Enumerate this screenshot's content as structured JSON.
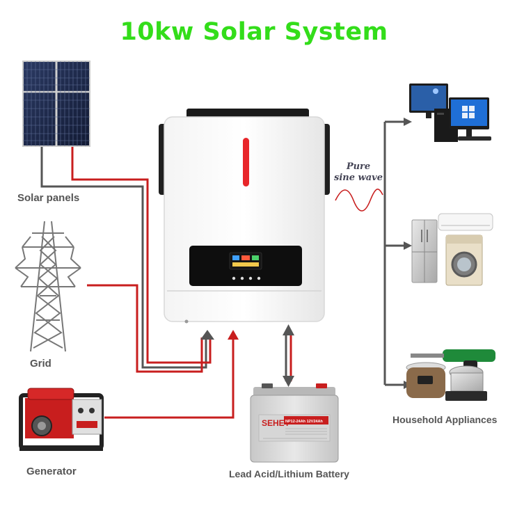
{
  "title": "10kw Solar System",
  "labels": {
    "solar_panels": "Solar panels",
    "grid": "Grid",
    "generator": "Generator",
    "battery": "Lead Acid/Lithium Battery",
    "appliances": "Household Appliances",
    "output_line1": "Pure",
    "output_line2": "sine wave"
  },
  "battery_text": {
    "brand": "SEHEY",
    "model": "NP12-24Ah 12V24Ah"
  },
  "colors": {
    "title": "#33dd1a",
    "dc_line": "#c81e1e",
    "ac_line": "#555555",
    "indicator": "#e8262a"
  },
  "icons": [
    "solar-panel-icon",
    "transmission-tower-icon",
    "generator-icon",
    "inverter-icon",
    "battery-icon",
    "computer-icon",
    "refrigerator-icon",
    "washing-machine-icon",
    "air-conditioner-icon",
    "rice-cooker-icon",
    "drill-icon"
  ]
}
